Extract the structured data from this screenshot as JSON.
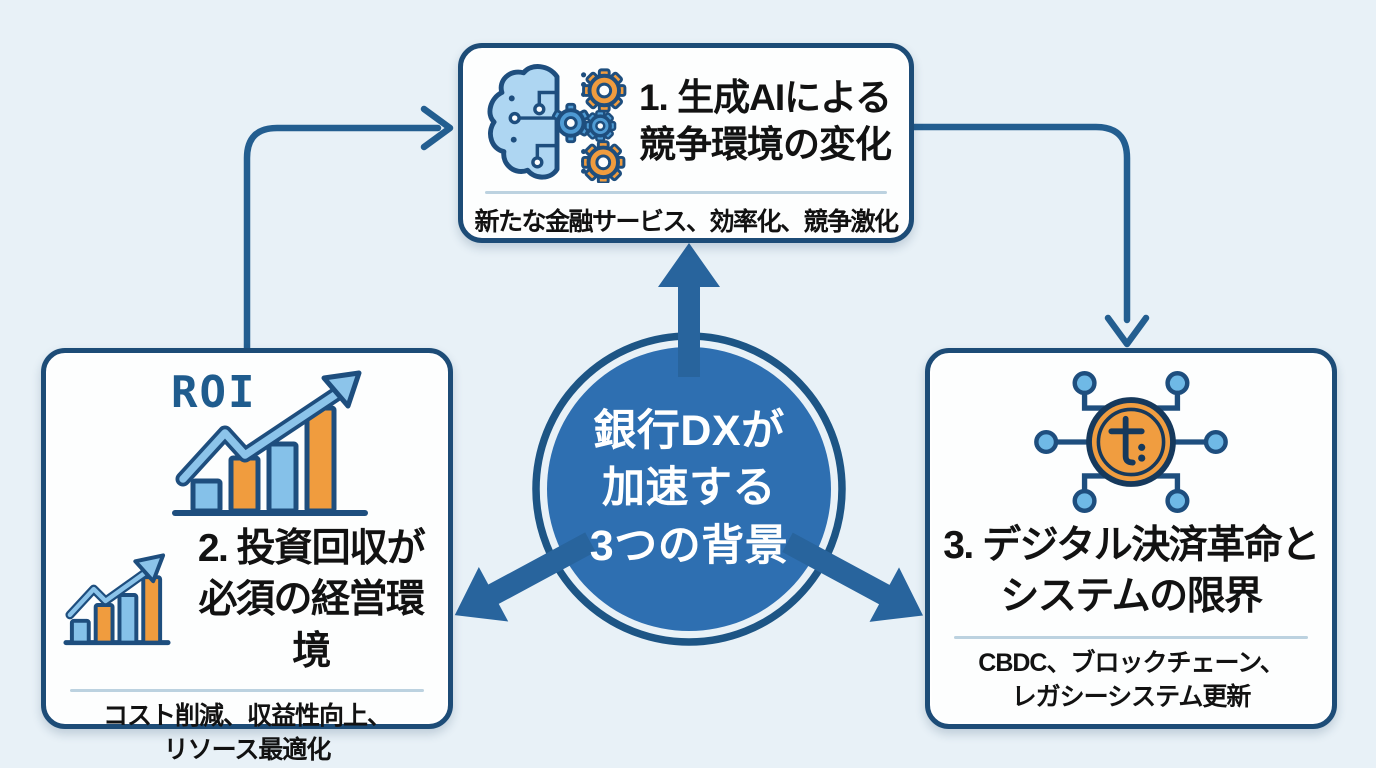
{
  "center_circle": {
    "line1": "銀行DXが",
    "line2": "加速する",
    "line3": "3つの背景"
  },
  "box_ai": {
    "title_line1": "1. 生成AIによる",
    "title_line2": "競争環境の変化",
    "subtitle": "新たな金融サービス、効率化、競争激化"
  },
  "box_roi": {
    "roi_label": "ROI",
    "title_line1": "2. 投資回収が",
    "title_line2": "必須の経営環境",
    "subtitle_line1": "コスト削減、収益性向上、",
    "subtitle_line2": "リソース最適化"
  },
  "box_payment": {
    "title_line1": "3. デジタル決済革命と",
    "title_line2": "システムの限界",
    "subtitle_line1": "CBDC、ブロックチェーン、",
    "subtitle_line2": "レガシーシステム更新"
  },
  "icons": {
    "ai": "brain-gears-icon",
    "roi_large": "roi-growth-chart-icon",
    "roi_small": "growth-chart-icon",
    "payment": "digital-coin-network-icon"
  },
  "palette": {
    "background": "#e8f1f7",
    "box_fill": "#fdfefe",
    "outline_navy": "#1d4c77",
    "connector_blue": "#235e90",
    "circle_fill": "#2e6fb1",
    "ring_navy": "#1d5585",
    "thick_arrow_blue": "#28649d",
    "accent_orange": "#f09c3e",
    "accent_light_blue": "#85c1e9",
    "divider": "#bcd2e0",
    "text_dark": "#121212",
    "roi_text": "#1f5c8e"
  }
}
